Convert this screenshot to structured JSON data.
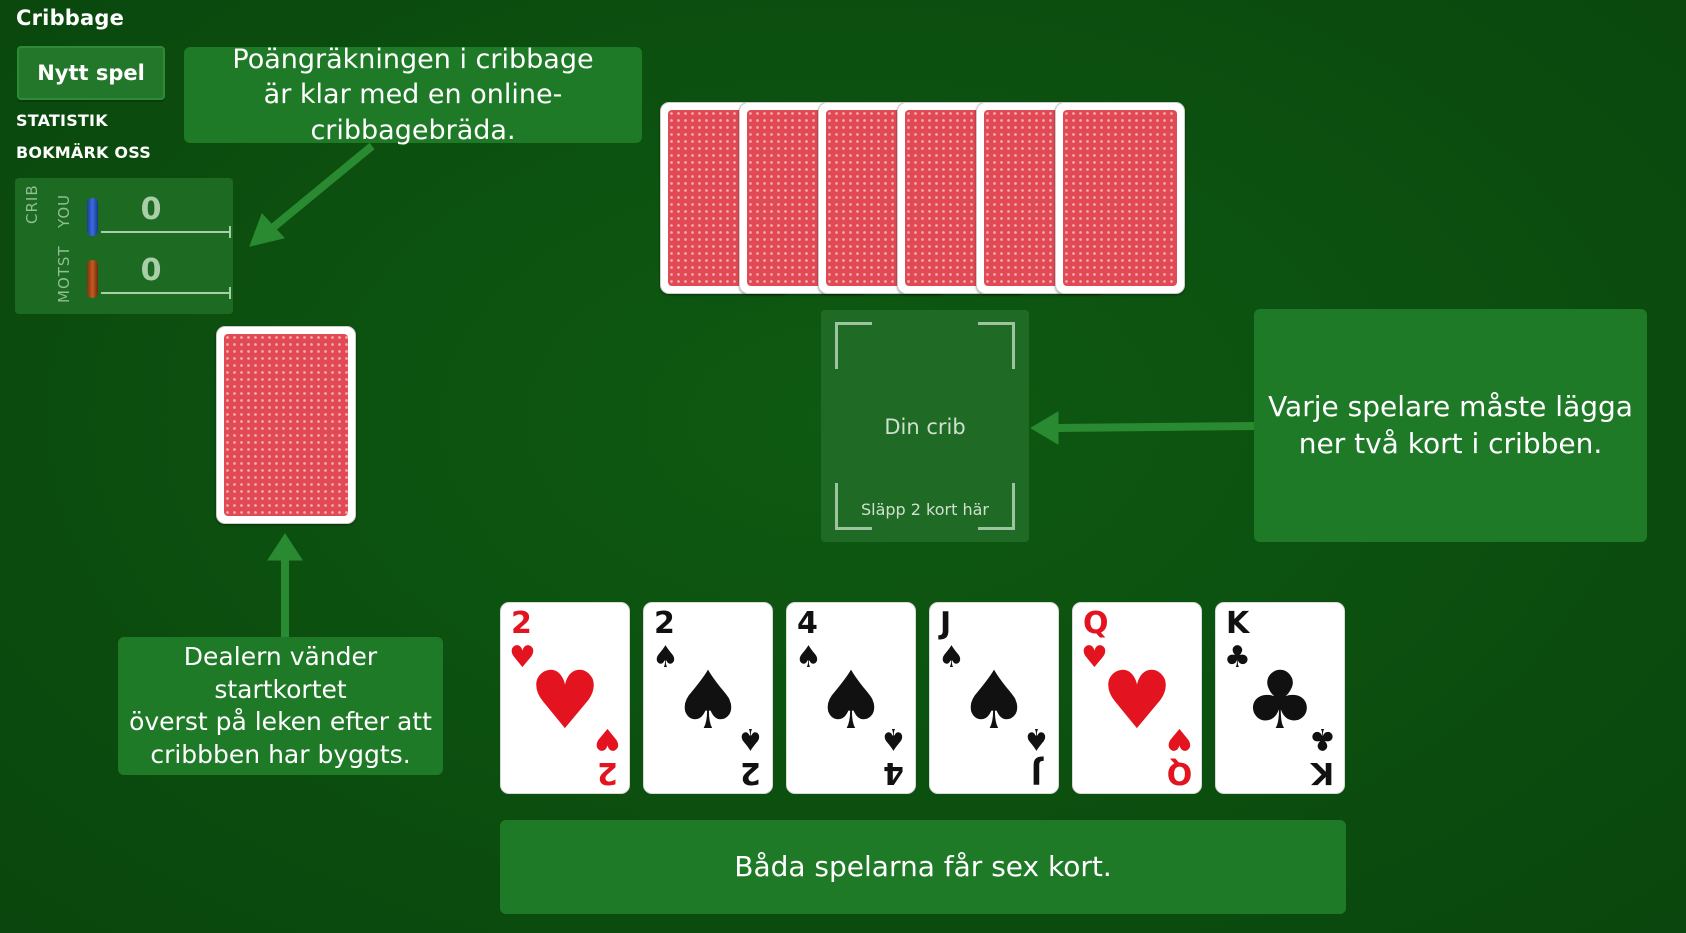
{
  "app": {
    "title": "Cribbage"
  },
  "menu": {
    "new_game": "Nytt spel",
    "stats": "STATISTIK",
    "bookmark": "BOKMÄRK OSS"
  },
  "scoreboard": {
    "crib_label": "CRIB",
    "you_label": "YOU",
    "opponent_label": "MOTST",
    "you_score": "0",
    "opponent_score": "0"
  },
  "tips": {
    "scoring": [
      "Poängräkningen i cribbage",
      "är klar med en online-cribbagebräda."
    ],
    "discard": [
      "Varje spelare måste lägga",
      "ner två kort i cribben."
    ],
    "dealer": [
      "Dealern vänder startkortet",
      "överst på leken efter att",
      "cribbben har byggts."
    ],
    "deal": "Båda spelarna får sex kort."
  },
  "crib": {
    "label": "Din crib",
    "hint": "Släpp 2 kort här"
  },
  "colors": {
    "felt": "#0c4f0f",
    "panel": "#1f7a28",
    "card_back": "#e14a55",
    "red_suit": "#e3141f"
  },
  "hand": [
    {
      "rank": "2",
      "suit": "♥",
      "color": "red"
    },
    {
      "rank": "2",
      "suit": "♠",
      "color": "black"
    },
    {
      "rank": "4",
      "suit": "♠",
      "color": "black"
    },
    {
      "rank": "J",
      "suit": "♠",
      "color": "black"
    },
    {
      "rank": "Q",
      "suit": "♥",
      "color": "red"
    },
    {
      "rank": "K",
      "suit": "♣",
      "color": "black"
    }
  ]
}
